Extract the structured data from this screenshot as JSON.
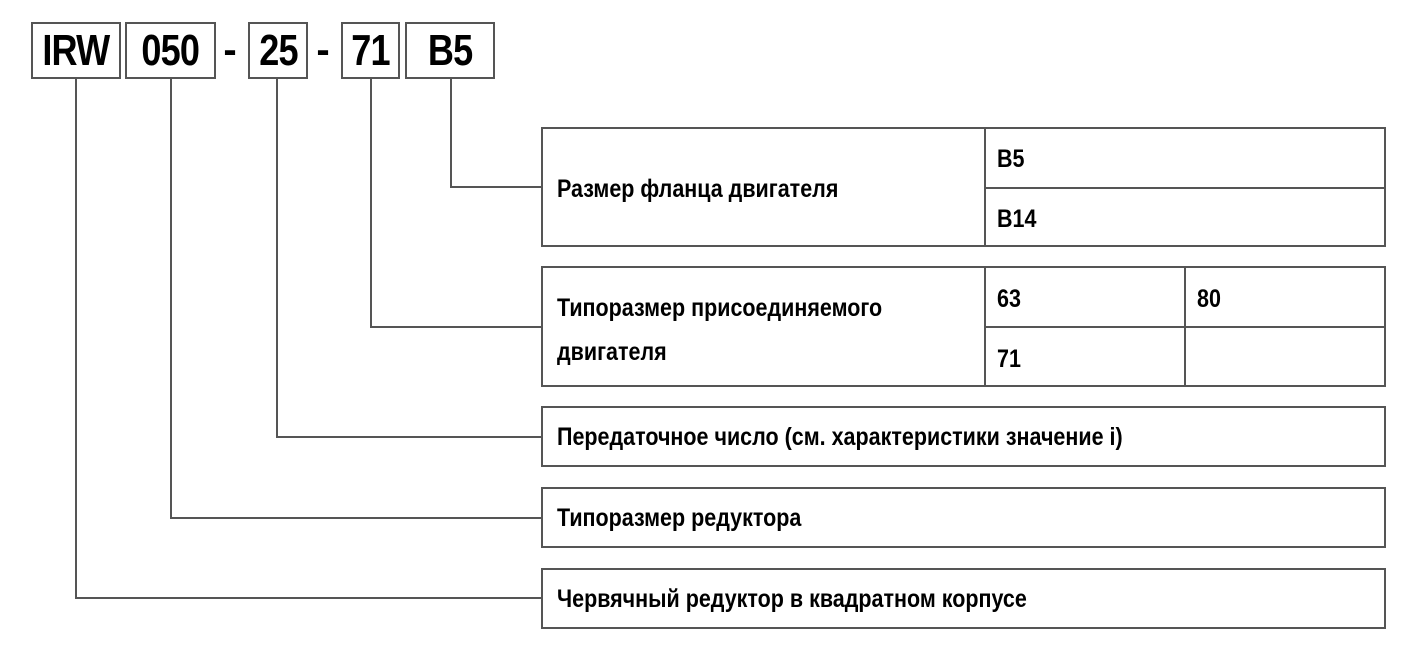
{
  "code": {
    "segments": [
      "IRW",
      "050",
      "25",
      "71",
      "B5"
    ],
    "separators": [
      "-",
      "-"
    ]
  },
  "legend": [
    {
      "label": "Размер фланца двигателя",
      "options": [
        "B5",
        "B14"
      ]
    },
    {
      "label": "Типоразмер присоединяемого двигателя",
      "label_lines": [
        "Типоразмер присоединяемого",
        "двигателя"
      ],
      "options": [
        "63",
        "80",
        "71",
        ""
      ]
    },
    {
      "label": "Передаточное число (см. характеристики значение i)"
    },
    {
      "label": "Типоразмер редуктора"
    },
    {
      "label": "Червячный редуктор в квадратном корпусе"
    }
  ],
  "colors": {
    "line": "#555555",
    "text": "#000000",
    "background": "#ffffff"
  }
}
